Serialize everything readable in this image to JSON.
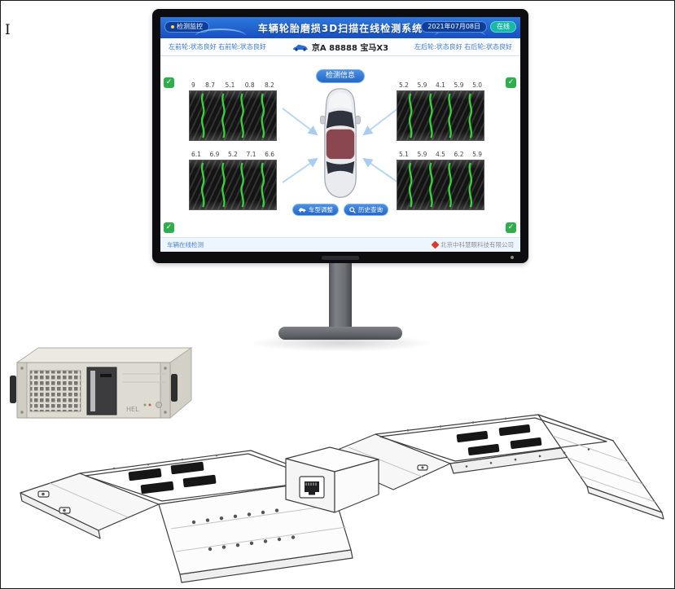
{
  "cursor": {
    "glyph": "I"
  },
  "monitor": {
    "header": {
      "monitor_badge": "检测监控",
      "title": "车辆轮胎磨损3D扫描在线检测系统",
      "date_badge": "2021年07月08日",
      "status_badge": "在线"
    },
    "info_bar": {
      "left": "左前轮:状态良好  右前轮:状态良好",
      "plate": "京A 88888 宝马X3",
      "right": "左后轮:状态良好  右后轮:状态良好"
    },
    "buttons": {
      "info": "检测信息",
      "adjust": "车型调整",
      "history": "历史查询"
    },
    "tires": {
      "front_left": {
        "values": [
          "9",
          "8.7",
          "5.1",
          "0.8",
          "8.2"
        ]
      },
      "front_right": {
        "values": [
          "5.2",
          "5.9",
          "4.1",
          "5.9",
          "5.0"
        ]
      },
      "rear_left": {
        "values": [
          "6.1",
          "6.9",
          "5.2",
          "7.1",
          "6.6"
        ]
      },
      "rear_right": {
        "values": [
          "5.1",
          "5.9",
          "4.5",
          "6.2",
          "5.9"
        ]
      }
    },
    "footer": {
      "left": "车辆在线检测",
      "right": "北京中科慧眼科技有限公司"
    }
  },
  "icons": {
    "check": "✓"
  },
  "ipc": {
    "label": "HEL"
  },
  "colors": {
    "header_blue": "#1d5ecf",
    "status_teal": "#17b8a8",
    "check_green": "#2fae4e",
    "tread_green": "#35d53a",
    "logo_red": "#d93a2b"
  }
}
